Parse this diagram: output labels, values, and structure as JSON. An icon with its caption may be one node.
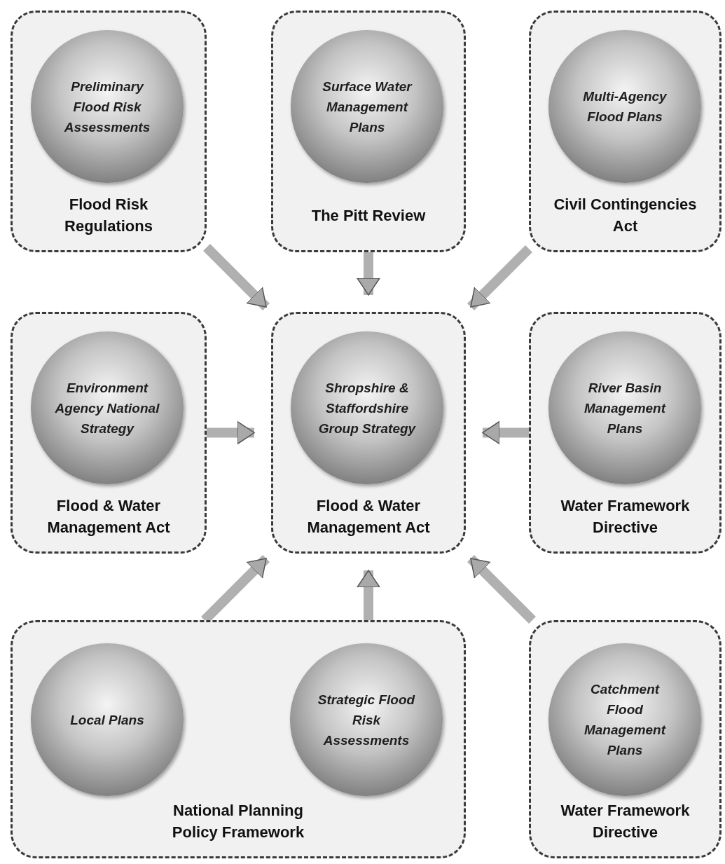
{
  "diagram": {
    "nodes": [
      {
        "text": [
          "Flood Risk Regulations"
        ]
      },
      {
        "text": [
          "Preliminary Flood Risk Assessments"
        ],
        "in": 0
      },
      {
        "text": [
          "The Pitt Review"
        ]
      },
      {
        "text": [
          "Surface Water Management Plans"
        ],
        "in": 2
      },
      {
        "text": [
          "Civil Contingencies Act"
        ]
      },
      {
        "text": [
          "Multi-Agency Flood Plans"
        ],
        "in": 4
      },
      {
        "text": [
          "Flood & Water Management Act"
        ]
      },
      {
        "text": [
          "Environment Agency National Strategy"
        ],
        "in": 6
      },
      {
        "text": [
          "Flood & Water Management Act"
        ]
      },
      {
        "text": [
          "Shropshire & Staffordshire Group Strategy"
        ],
        "in": 8
      },
      {
        "text": [
          "Water Framework Directive"
        ]
      },
      {
        "text": [
          "River Basin Management Plans"
        ],
        "in": 10
      },
      {
        "text": [
          "National Planning Policy Framework"
        ]
      },
      {
        "text": [
          "Local Plans"
        ],
        "in": 12
      },
      {
        "text": [
          "Strategic Flood Risk Assessments"
        ],
        "in": 12
      },
      {
        "text": [
          "Water Framework Directive"
        ]
      },
      {
        "text": [
          "Catchment Flood Management Plans"
        ],
        "in": 15
      }
    ],
    "edges": [
      {
        "from": 0,
        "to": 8,
        "arrow": "to"
      },
      {
        "from": 2,
        "to": 8,
        "arrow": "to"
      },
      {
        "from": 4,
        "to": 8,
        "arrow": "to"
      },
      {
        "from": 6,
        "to": 8,
        "arrow": "to"
      },
      {
        "from": 10,
        "to": 8,
        "arrow": "to"
      },
      {
        "from": 12,
        "to": 8,
        "arrow": "to"
      },
      {
        "from": 12,
        "to": 8,
        "arrow": "to"
      },
      {
        "from": 15,
        "to": 8,
        "arrow": "to"
      }
    ]
  }
}
